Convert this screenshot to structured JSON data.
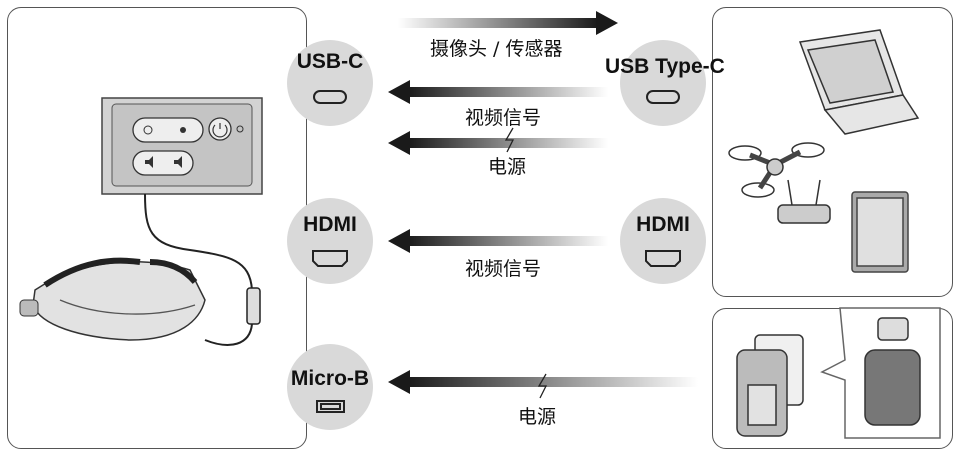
{
  "ports": {
    "usbc_left": "USB-C",
    "usbc_right": "USB Type-C",
    "hdmi_left": "HDMI",
    "hdmi_right": "HDMI",
    "microb": "Micro-B"
  },
  "arrows": {
    "camera_sensor": "摄像头 / 传感器",
    "video_signal_1": "视频信号",
    "power_1": "电源",
    "video_signal_2": "视频信号",
    "power_2": "电源"
  },
  "colors": {
    "port_circle": "#d9d9d9",
    "arrow_dark": "#1a1a1a",
    "panel_border": "#555555"
  }
}
